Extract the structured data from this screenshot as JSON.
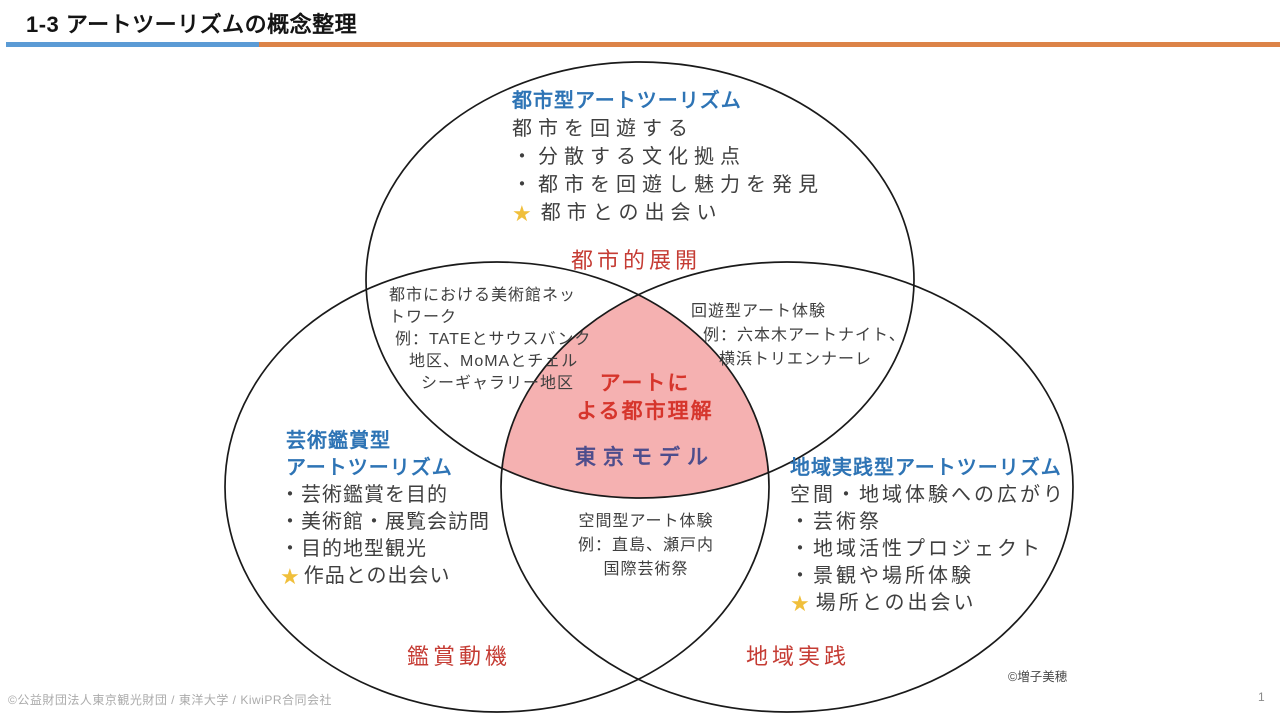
{
  "title": "1-3 アートツーリズムの概念整理",
  "icons": {
    "star": "★"
  },
  "colors": {
    "divider_blue": "#5B9BD5",
    "divider_orange": "#DC8348",
    "heading_blue": "#2E74B5",
    "section_label_red": "#C53C34",
    "center_red": "#D6352C",
    "model_navy": "#4D4D8C",
    "pink_fill": "#F5B1B1",
    "body_text": "#3F3F3F",
    "star_yellow": "#F0BF3B",
    "outline_black": "#1A1A1A"
  },
  "venn": {
    "top": {
      "heading": "都市型アートツーリズム",
      "lines": [
        "都市を回遊する",
        "・分散する文化拠点",
        "・都市を回遊し魅力を発見"
      ],
      "star_line": "都市との出会い",
      "label": "都市的展開"
    },
    "left": {
      "heading_lines": [
        "芸術鑑賞型",
        "アートツーリズム"
      ],
      "lines": [
        "・芸術鑑賞を目的",
        "・美術館・展覧会訪問",
        "・目的地型観光"
      ],
      "star_line": "作品との出会い",
      "label": "鑑賞動機"
    },
    "right": {
      "heading": "地域実践型アートツーリズム",
      "lines": [
        "空間・地域体験への広がり",
        "・芸術祭",
        "・地域活性プロジェクト",
        "・景観や場所体験"
      ],
      "star_line": "場所との出会い",
      "label": "地域実践"
    },
    "overlap_top_left": {
      "lines": [
        "都市における美術館ネッ",
        "トワーク",
        "例：TATEとサウスバンク",
        "地区、MoMAとチェル",
        "シーギャラリー地区"
      ]
    },
    "overlap_top_right": {
      "lines": [
        "回遊型アート体験",
        "例：六本木アートナイト、",
        "横浜トリエンナーレ"
      ]
    },
    "overlap_bottom": {
      "lines": [
        "空間型アート体験",
        "例：直島、瀬戸内",
        "国際芸術祭"
      ]
    },
    "center": {
      "title_lines": [
        "アートに",
        "よる都市理解"
      ],
      "model": "東京モデル"
    }
  },
  "footer": {
    "left_credit": "©公益財団法人東京観光財団 / 東洋大学 / KiwiPR合同会社",
    "right_credit": "©増子美穂",
    "page_number": "1"
  }
}
